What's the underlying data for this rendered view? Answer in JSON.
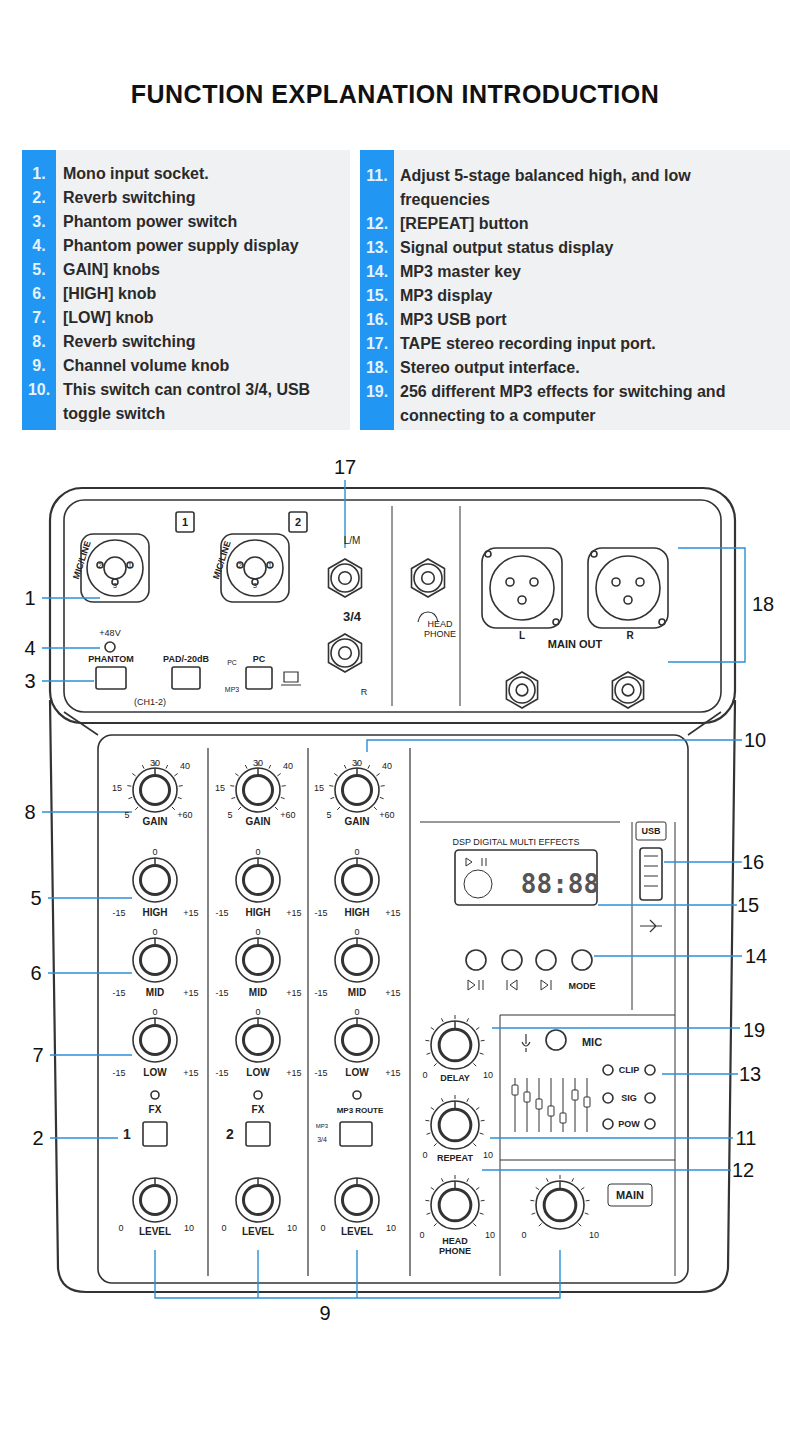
{
  "diagram": {
    "title": "FUNCTION EXPLANATION INTRODUCTION",
    "labels": [
      "1.",
      "Mono input socket.",
      "2.",
      "Reverb switching",
      "3.",
      "Phantom power switch",
      "4.",
      "Phantom power supply display",
      "5.",
      "GAIN] knobs",
      "6.",
      "[HIGH] knob",
      "7.",
      "[LOW] knob",
      "8.",
      "Reverb switching",
      "9.",
      "Channel volume knob",
      "10.",
      "This switch can control 3/4, USB toggle switch",
      "11.",
      "Adjust 5-stage balanced high, and low frequencies",
      "12.",
      "[REPEAT] button",
      "13.",
      "Signal output status display",
      "14.",
      "MP3 master key",
      "15.",
      "MP3 display",
      "16.",
      "MP3 USB port",
      "17.",
      "TAPE stereo recording input port.",
      "18.",
      "Stereo output interface.",
      "19.",
      "256 different MP3 effects for switching and connecting to a computer",
      "17",
      "1",
      "4",
      "3",
      "18",
      "10",
      "8",
      "5",
      "16",
      "15",
      "6",
      "14",
      "7",
      "19",
      "13",
      "2",
      "11",
      "12",
      "9",
      "1",
      "2",
      "MIC/LINE",
      "MIC/LINE",
      "2",
      "1",
      "3",
      "2",
      "1",
      "3",
      "+48V",
      "PHANTOM",
      "PAD/-20dB",
      "(CH1-2)",
      "PC",
      "MP3",
      "PC",
      "L/M",
      "3/4",
      "R",
      "HEAD PHONE",
      "L",
      "MAIN OUT",
      "R",
      "30",
      "40",
      "15",
      "5",
      "+60",
      "GAIN",
      "0",
      "-15",
      "HIGH",
      "+15",
      "0",
      "-15",
      "MID",
      "+15",
      "0",
      "-15",
      "LOW",
      "+15",
      "0",
      "LEVEL",
      "10",
      "30",
      "40",
      "15",
      "5",
      "+60",
      "GAIN",
      "0",
      "-15",
      "HIGH",
      "+15",
      "0",
      "-15",
      "MID",
      "+15",
      "0",
      "-15",
      "LOW",
      "+15",
      "0",
      "LEVEL",
      "10",
      "30",
      "40",
      "15",
      "5",
      "+60",
      "GAIN",
      "0",
      "-15",
      "HIGH",
      "+15",
      "0",
      "-15",
      "MID",
      "+15",
      "0",
      "-15",
      "LOW",
      "+15",
      "0",
      "LEVEL",
      "10",
      "FX",
      "1",
      "FX",
      "2",
      "MP3",
      "3/4",
      "MP3 ROUTE",
      "DSP DIGITAL MULTI EFFECTS",
      "88:88",
      "USB",
      "MODE",
      "MIC",
      "0",
      "DELAY",
      "10",
      "0",
      "REPEAT",
      "10",
      "0",
      "HEAD PHONE",
      "10",
      "CLIP",
      "SIG",
      "POW",
      "MAIN",
      "0",
      "10"
    ]
  }
}
